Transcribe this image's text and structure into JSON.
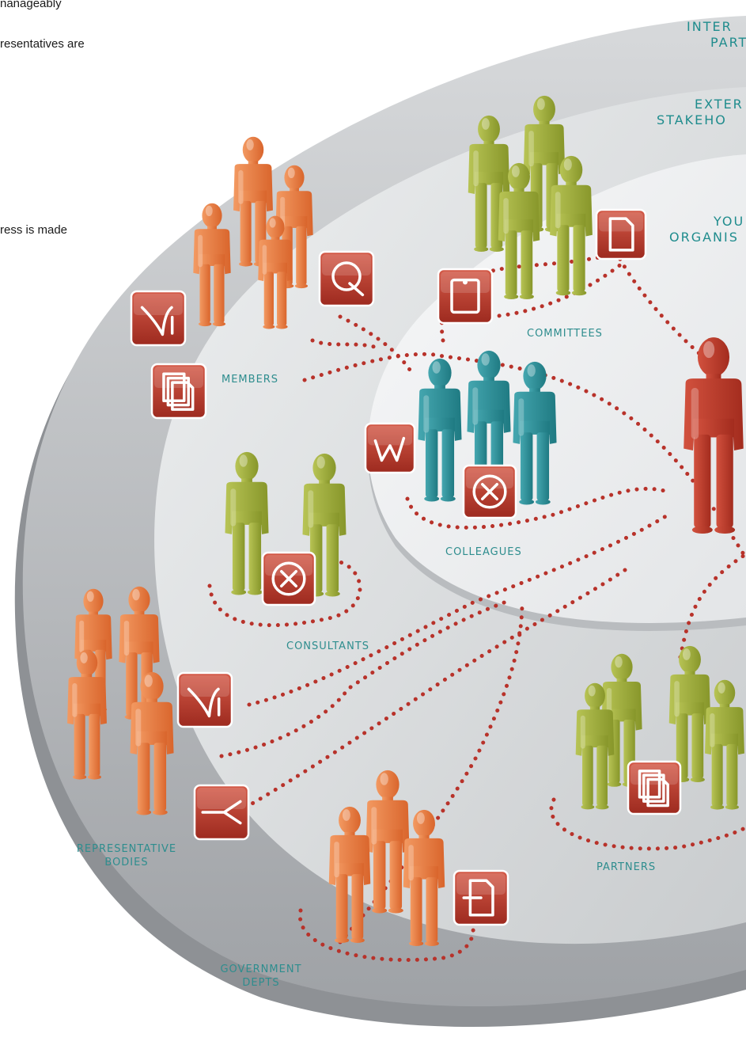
{
  "intro_text": {
    "line1": "nanageably",
    "line2": "resentatives are",
    "line3": "ress is made"
  },
  "ring_labels": {
    "interested_line1": "INTER",
    "interested_line2": "PART",
    "external_line1": "EXTER",
    "external_line2": "STAKEHO",
    "your_line1": "YOU",
    "your_line2": "ORGANIS"
  },
  "groups": {
    "members": "MEMBERS",
    "committees": "COMMITTEES",
    "colleagues": "COLLEAGUES",
    "consultants": "CONSULTANTS",
    "representative_line1": "REPRESENTATIVE",
    "representative_line2": "BODIES",
    "partners": "PARTNERS",
    "government_line1": "GOVERNMENT",
    "government_line2": "DEPTS"
  },
  "colors": {
    "orange": "#e8763a",
    "olive": "#9aa934",
    "teal": "#2a8e96",
    "red": "#b73625",
    "dots": "#b8322a",
    "label": "#2e8d8e",
    "icon_box": "#b33a2e"
  },
  "icons": [
    "document-icon",
    "q-icon",
    "hook-icon",
    "pages-icon",
    "w-icon",
    "tablet-icon",
    "x-circle-icon",
    "fork-icon",
    "bracket-doc-icon"
  ]
}
